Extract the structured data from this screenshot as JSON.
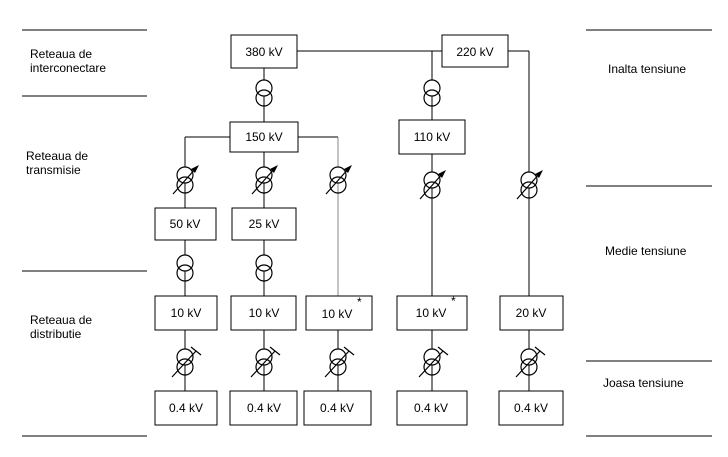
{
  "left_labels": {
    "interconnection": [
      "Reteaua de",
      "interconectare"
    ],
    "transmission": [
      "Reteaua de",
      "transmisie"
    ],
    "distribution": [
      "Reteaua de",
      "distributie"
    ]
  },
  "right_labels": {
    "high": "Inalta tensiune",
    "medium": "Medie tensiune",
    "low": "Joasa tensiune"
  },
  "nodes": {
    "n380": "380 kV",
    "n220": "220 kV",
    "n150": "150 kV",
    "n110": "110 kV",
    "n50": "50 kV",
    "n25": "25 kV",
    "d1": "10 kV",
    "d2": "10 kV",
    "d3": "10 kV",
    "d4": "10 kV",
    "d5": "20 kV",
    "l1": "0.4 kV",
    "l2": "0.4 kV",
    "l3": "0.4 kV",
    "l4": "0.4 kV",
    "l5": "0.4 kV"
  },
  "footnote_mark": "*"
}
